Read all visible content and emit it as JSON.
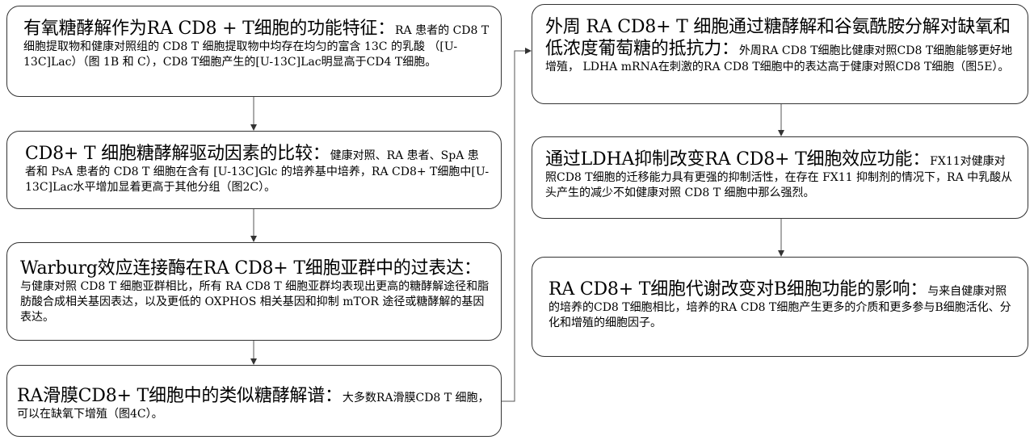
{
  "left_column": [
    {
      "title": "有氧糖酵解作为RA CD8 + T细胞的功能特征：",
      "text": "RA 患者的 CD8 T 细胞提取物和健康对照组的 CD8 T 细胞提取物中均存在均匀的富含 13C 的乳酸 （[U-13C]Lac）（图 1B 和 C），CD8 T细胞产生的[U-13C]Lac明显高于CD4 T细胞。"
    },
    {
      "title": "CD8+ T 细胞糖酵解驱动因素的比较：",
      "text": "健康对照、RA 患者、SpA 患者和 PsA 患者的 CD8 T 细胞在含有 [U-13C]Glc 的培养基中培养，RA CD8+ T细胞中[U-13C]Lac水平增加显着更高于其他分组（图2C）。"
    },
    {
      "title": "Warburg效应连接酶在RA CD8+ T细胞亚群中的过表达：",
      "text": "与健康对照 CD8 T 细胞亚群相比，所有 RA CD8 T 细胞亚群均表现出更高的糖酵解途径和脂肪酸合成相关基因表达，以及更低的 OXPHOS 相关基因和抑制 mTOR 途径或糖酵解的基因表达。"
    },
    {
      "title": "RA滑膜CD8+ T细胞中的类似糖酵解谱：",
      "text": "大多数RA滑膜CD8 T 细胞，可以在缺氧下增殖（图4C）。"
    }
  ],
  "right_column": [
    {
      "title": "外周 RA CD8+ T 细胞通过糖酵解和谷氨酰胺分解对缺氧和低浓度葡萄糖的抵抗力：",
      "text": "外周RA CD8 T细胞比健康对照CD8 T细胞能够更好地增殖， LDHA mRNA在刺激的RA CD8 T细胞中的表达高于健康对照CD8 T细胞（图5E）。"
    },
    {
      "title": "通过LDHA抑制改变RA CD8+ T细胞效应功能：",
      "text": "FX11对健康对照CD8 T细胞的迁移能力具有更强的抑制活性，在存在 FX11 抑制剂的情况下，RA 中乳酸从头产生的减少不如健康对照 CD8 T 细胞中那么强烈。"
    },
    {
      "title": "RA CD8+ T细胞代谢改变对B细胞功能的影响：",
      "text": "与来自健康对照的培养的CD8 T细胞相比，培养的RA CD8 T细胞产生更多的介质和更多参与B细胞活化、分化和增殖的细胞因子。"
    }
  ]
}
